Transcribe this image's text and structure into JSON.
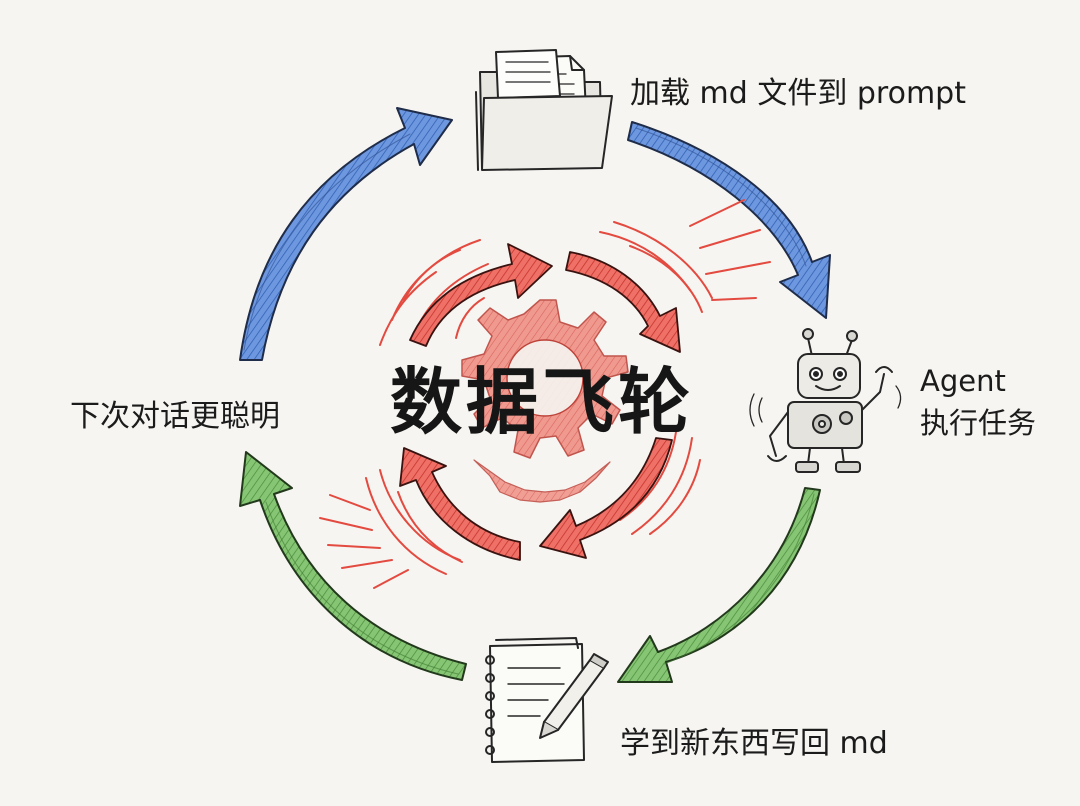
{
  "diagram": {
    "center_title": "数据飞轮",
    "steps": {
      "load": "加载 md 文件到 prompt",
      "agent_line1": "Agent",
      "agent_line2": "执行任务",
      "learn": "学到新东西写回 md",
      "smarter": "下次对话更聪明"
    },
    "icons": {
      "load": "folder-icon",
      "agent": "robot-icon",
      "learn": "notebook-pencil-icon",
      "center": "gear-icon"
    },
    "colors": {
      "blue_arrow": "#4a7fd4",
      "green_arrow": "#6aad5a",
      "red_arrow": "#e8544a",
      "gear": "#e8645a",
      "ink": "#1c1c1c",
      "background": "#f6f5f1"
    }
  }
}
